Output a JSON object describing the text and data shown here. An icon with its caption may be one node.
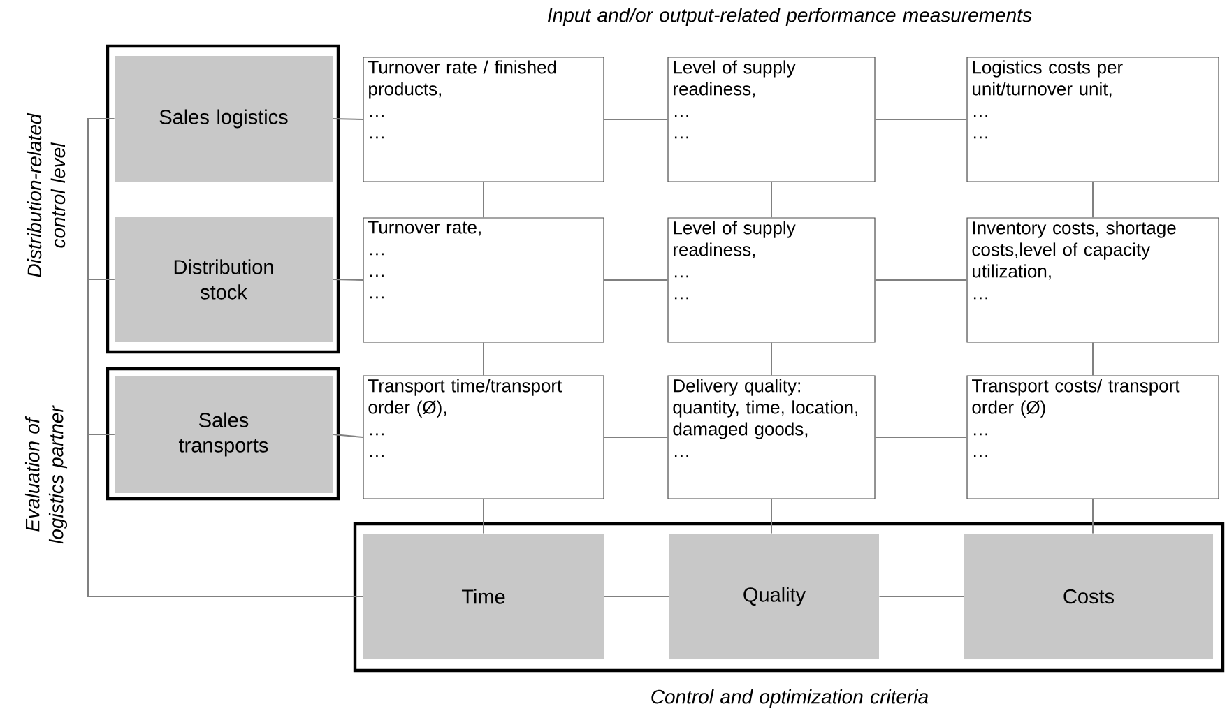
{
  "diagram": {
    "nodes": [
      {
        "text": [],
        "shape": "box"
      },
      {
        "text": [
          "Sales logistics"
        ],
        "in": 0
      },
      {
        "text": [
          "Distribution stock"
        ],
        "in": 0
      },
      {
        "text": [],
        "shape": "box"
      },
      {
        "text": [
          "Sales transports"
        ],
        "in": 3
      },
      {
        "text": [
          "Turnover rate / finished products,",
          "…",
          "…"
        ]
      },
      {
        "text": [
          "Level of supply readiness,",
          "…",
          "…"
        ]
      },
      {
        "text": [
          "Logistics costs per unit/turnover unit,",
          "…",
          "…"
        ]
      },
      {
        "text": [
          "Turnover rate,",
          "…",
          "…",
          "…"
        ]
      },
      {
        "text": [
          "Level of supply readiness,",
          "…",
          "…"
        ]
      },
      {
        "text": [
          "Inventory costs, shortage costs,level of capacity utilization,",
          "…"
        ]
      },
      {
        "text": [
          "Transport time/transport order (Ø),",
          "…",
          "…"
        ]
      },
      {
        "text": [
          "Delivery quality: quantity, time, location, damaged goods,",
          "…"
        ]
      },
      {
        "text": [
          "Transport costs/ transport order (Ø)",
          "…",
          "…"
        ]
      },
      {
        "text": [],
        "shape": "box"
      },
      {
        "text": [
          "Time"
        ],
        "in": 14
      },
      {
        "text": [
          "Quality"
        ],
        "in": 14
      },
      {
        "text": [
          "Costs"
        ],
        "in": 14
      }
    ],
    "edges": [
      {
        "from": 1,
        "to": 2,
        "arrow": "none"
      },
      {
        "from": 2,
        "to": 4,
        "arrow": "none"
      },
      {
        "from": 4,
        "to": 15,
        "arrow": "none"
      },
      {
        "from": 1,
        "to": 5,
        "arrow": "none"
      },
      {
        "from": 5,
        "to": 6,
        "arrow": "none"
      },
      {
        "from": 6,
        "to": 7,
        "arrow": "none"
      },
      {
        "from": 2,
        "to": 8,
        "arrow": "none"
      },
      {
        "from": 8,
        "to": 9,
        "arrow": "none"
      },
      {
        "from": 9,
        "to": 10,
        "arrow": "none"
      },
      {
        "from": 4,
        "to": 11,
        "arrow": "none"
      },
      {
        "from": 11,
        "to": 12,
        "arrow": "none"
      },
      {
        "from": 12,
        "to": 13,
        "arrow": "none"
      },
      {
        "from": 15,
        "to": 16,
        "arrow": "none"
      },
      {
        "from": 16,
        "to": 17,
        "arrow": "none"
      },
      {
        "from": 5,
        "to": 8,
        "arrow": "none"
      },
      {
        "from": 8,
        "to": 11,
        "arrow": "none"
      },
      {
        "from": 11,
        "to": 15,
        "arrow": "none"
      },
      {
        "from": 6,
        "to": 9,
        "arrow": "none"
      },
      {
        "from": 9,
        "to": 12,
        "arrow": "none"
      },
      {
        "from": 12,
        "to": 16,
        "arrow": "none"
      },
      {
        "from": 7,
        "to": 10,
        "arrow": "none"
      },
      {
        "from": 10,
        "to": 13,
        "arrow": "none"
      },
      {
        "from": 13,
        "to": 17,
        "arrow": "none"
      }
    ],
    "labels": [
      "Input and/or output-related performance measurements",
      "Distribution-related control level",
      "Evaluation of logistics partner",
      "Control and optimization criteria"
    ]
  }
}
